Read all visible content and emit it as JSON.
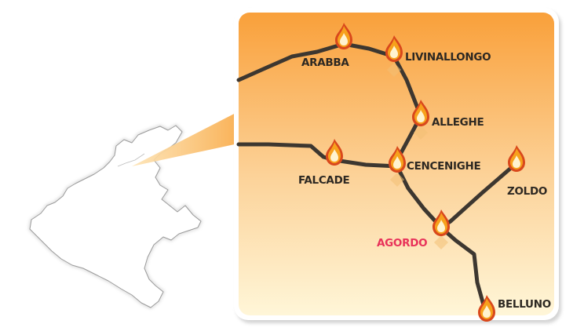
{
  "map": {
    "towns": [
      {
        "id": "arabba",
        "name": "ARABBA",
        "highlight": false
      },
      {
        "id": "livinallongo",
        "name": "LIVINALLONGO",
        "highlight": false
      },
      {
        "id": "alleghe",
        "name": "ALLEGHE",
        "highlight": false
      },
      {
        "id": "falcade",
        "name": "FALCADE",
        "highlight": false
      },
      {
        "id": "cencenighe",
        "name": "CENCENIGHE",
        "highlight": false
      },
      {
        "id": "zoldo",
        "name": "ZOLDO",
        "highlight": false
      },
      {
        "id": "agordo",
        "name": "AGORDO",
        "highlight": true
      },
      {
        "id": "belluno",
        "name": "BELLUNO",
        "highlight": false
      }
    ],
    "colors": {
      "panel_top": "#f9a03a",
      "panel_bottom": "#fff6d8",
      "road": "#3d3730",
      "label_default": "#2d2822",
      "label_highlight": "#e8325a",
      "flame_outer": "#d9481c",
      "flame_inner": "#fde7a6"
    },
    "marker_icon": "flame-marker-icon",
    "region_icon": "veneto-region-outline"
  }
}
